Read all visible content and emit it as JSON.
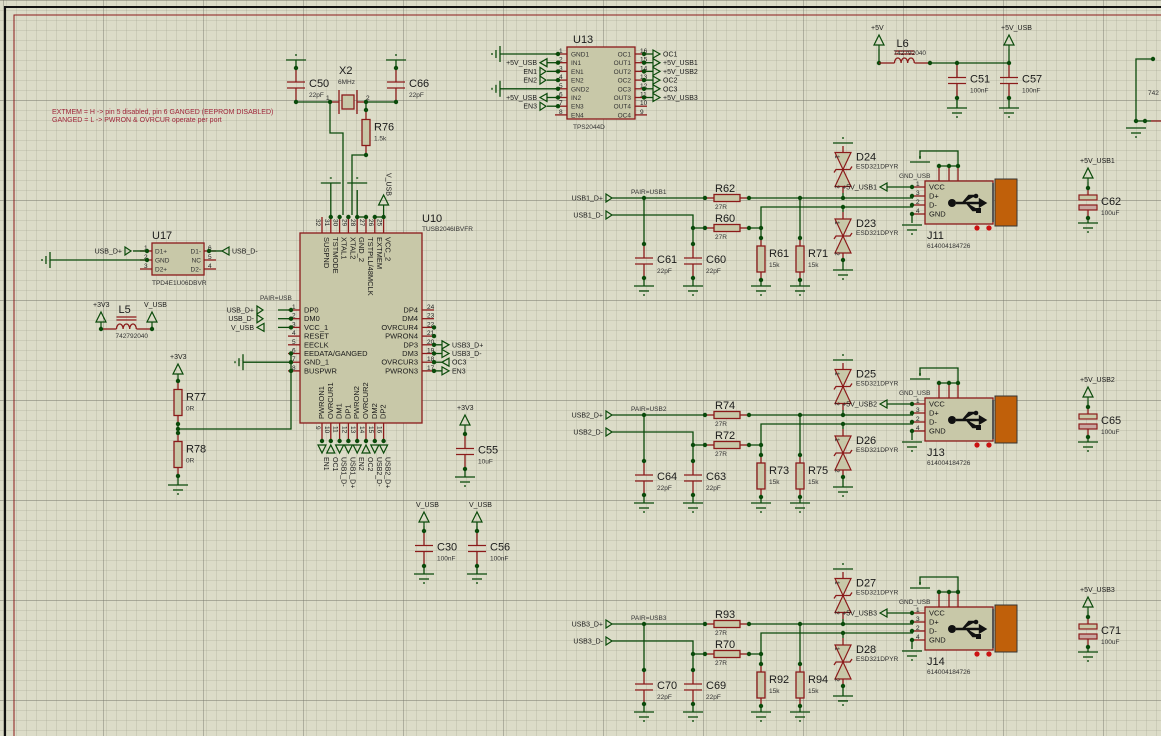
{
  "notes": [
    "EXTMEM = H -> pin 5 disabled, pin 6 GANGED (EEPROM DISABLED)",
    "GANGED = L -> PWRON & OVRCUR operate per port"
  ],
  "colors": {
    "background": "#dcdcc8",
    "wire": "#0a4a0a",
    "component": "#8b1a1a",
    "body": "#c8c8a8",
    "note": "#a0283c",
    "connector_shell": "#c0600a"
  },
  "crystal": {
    "ref": "X2",
    "value": "6MHz",
    "pin1": "1",
    "pin2": "2"
  },
  "caps": [
    {
      "ref": "C50",
      "value": "22pF"
    },
    {
      "ref": "C66",
      "value": "22pF"
    },
    {
      "ref": "C51",
      "value": "100nF"
    },
    {
      "ref": "C57",
      "value": "100nF"
    },
    {
      "ref": "C55",
      "value": "10uF"
    },
    {
      "ref": "C30",
      "value": "100nF"
    },
    {
      "ref": "C56",
      "value": "100nF"
    },
    {
      "ref": "C61",
      "value": "22pF"
    },
    {
      "ref": "C60",
      "value": "22pF"
    },
    {
      "ref": "C64",
      "value": "22pF"
    },
    {
      "ref": "C63",
      "value": "22pF"
    },
    {
      "ref": "C70",
      "value": "22pF"
    },
    {
      "ref": "C69",
      "value": "22pF"
    },
    {
      "ref": "C62",
      "value": "100uF"
    },
    {
      "ref": "C65",
      "value": "100uF"
    },
    {
      "ref": "C71",
      "value": "100uF"
    }
  ],
  "resistors": [
    {
      "ref": "R76",
      "value": "1.5k"
    },
    {
      "ref": "R77",
      "value": "0R"
    },
    {
      "ref": "R78",
      "value": "0R"
    },
    {
      "ref": "R62",
      "value": "27R"
    },
    {
      "ref": "R60",
      "value": "27R"
    },
    {
      "ref": "R61",
      "value": "15k"
    },
    {
      "ref": "R71",
      "value": "15k"
    },
    {
      "ref": "R74",
      "value": "27R"
    },
    {
      "ref": "R72",
      "value": "27R"
    },
    {
      "ref": "R73",
      "value": "15k"
    },
    {
      "ref": "R75",
      "value": "15k"
    },
    {
      "ref": "R93",
      "value": "27R"
    },
    {
      "ref": "R70",
      "value": "27R"
    },
    {
      "ref": "R92",
      "value": "15k"
    },
    {
      "ref": "R94",
      "value": "15k"
    }
  ],
  "inductors": [
    {
      "ref": "L6",
      "value": "742792040"
    },
    {
      "ref": "L5",
      "value": "742792040"
    }
  ],
  "diodes": [
    {
      "ref": "D24",
      "value": "ESD321DPYR"
    },
    {
      "ref": "D23",
      "value": "ESD321DPYR"
    },
    {
      "ref": "D25",
      "value": "ESD321DPYR"
    },
    {
      "ref": "D26",
      "value": "ESD321DPYR"
    },
    {
      "ref": "D27",
      "value": "ESD321DPYR"
    },
    {
      "ref": "D28",
      "value": "ESD321DPYR"
    }
  ],
  "u13": {
    "ref": "U13",
    "part": "TPS2044D",
    "left_pins": [
      {
        "num": "1",
        "name": "GND1"
      },
      {
        "num": "2",
        "name": "IN1"
      },
      {
        "num": "3",
        "name": "EN1"
      },
      {
        "num": "4",
        "name": "EN2"
      },
      {
        "num": "5",
        "name": "GND2"
      },
      {
        "num": "6",
        "name": "IN2"
      },
      {
        "num": "7",
        "name": "EN3"
      },
      {
        "num": "8",
        "name": "EN4"
      }
    ],
    "right_pins": [
      {
        "num": "16",
        "name": "OC1"
      },
      {
        "num": "15",
        "name": "OUT1"
      },
      {
        "num": "14",
        "name": "OUT2"
      },
      {
        "num": "13",
        "name": "OC2"
      },
      {
        "num": "12",
        "name": "OC3"
      },
      {
        "num": "11",
        "name": "OUT3"
      },
      {
        "num": "10",
        "name": "OUT4"
      },
      {
        "num": "9",
        "name": "OC4"
      }
    ],
    "left_nets": [
      "",
      "+5V_USB",
      "EN1",
      "EN2",
      "",
      "+5V_USB",
      "EN3",
      ""
    ],
    "right_nets": [
      "OC1",
      "+5V_USB1",
      "+5V_USB2",
      "OC2",
      "OC3",
      "+5V_USB3",
      "",
      ""
    ]
  },
  "u10": {
    "ref": "U10",
    "part": "TUSB2046IBVFR",
    "left_pins": [
      {
        "num": "1",
        "name": "DP0"
      },
      {
        "num": "2",
        "name": "DM0"
      },
      {
        "num": "3",
        "name": "VCC_1"
      },
      {
        "num": "4",
        "name": "RESET"
      },
      {
        "num": "5",
        "name": "EECLK"
      },
      {
        "num": "6",
        "name": "EEDATA/GANGED"
      },
      {
        "num": "7",
        "name": "GND_1"
      },
      {
        "num": "8",
        "name": "BUSPWR"
      }
    ],
    "right_pins": [
      {
        "num": "24",
        "name": "DP4"
      },
      {
        "num": "23",
        "name": "DM4"
      },
      {
        "num": "22",
        "name": "OVRCUR4"
      },
      {
        "num": "21",
        "name": "PWRON4"
      },
      {
        "num": "20",
        "name": "DP3"
      },
      {
        "num": "19",
        "name": "DM3"
      },
      {
        "num": "18",
        "name": "OVRCUR3"
      },
      {
        "num": "17",
        "name": "PWRON3"
      }
    ],
    "top_pins": [
      {
        "num": "32",
        "name": "SUSPND"
      },
      {
        "num": "31",
        "name": "TSTMODE"
      },
      {
        "num": "30",
        "name": "XTAL1"
      },
      {
        "num": "29",
        "name": "XTAL2"
      },
      {
        "num": "28",
        "name": "GND_2"
      },
      {
        "num": "27",
        "name": "TSTPLL/48MCLK"
      },
      {
        "num": "26",
        "name": "EXTMEM"
      },
      {
        "num": "25",
        "name": "VCC_2"
      }
    ],
    "bottom_pins": [
      {
        "num": "9",
        "name": "PWRON1"
      },
      {
        "num": "10",
        "name": "OVRCUR1"
      },
      {
        "num": "11",
        "name": "DM1"
      },
      {
        "num": "12",
        "name": "DP1"
      },
      {
        "num": "13",
        "name": "PWRON2"
      },
      {
        "num": "14",
        "name": "OVRCUR2"
      },
      {
        "num": "15",
        "name": "DM2"
      },
      {
        "num": "16",
        "name": "DP2"
      }
    ],
    "left_nets": [
      "USB_D+",
      "USB_D-",
      "V_USB"
    ],
    "right_nets": [
      "USB3_D+",
      "USB3_D-",
      "OC3",
      "EN3"
    ],
    "bottom_nets": [
      "EN1",
      "OC1",
      "USB1_D-",
      "USB1_D+",
      "EN2",
      "OC2",
      "USB2_D-",
      "USB2_D+"
    ],
    "top_net": "V_USB",
    "pair_label": "PAIR=USB"
  },
  "u17": {
    "ref": "U17",
    "part": "TPD4E1U06DBVR",
    "left_pins": [
      {
        "num": "1",
        "name": "D1+"
      },
      {
        "num": "2",
        "name": "GND"
      },
      {
        "num": "3",
        "name": "D2+"
      }
    ],
    "right_pins": [
      {
        "num": "6",
        "name": "D1-"
      },
      {
        "num": "5",
        "name": "NC"
      },
      {
        "num": "4",
        "name": "D2-"
      }
    ],
    "left_net": "USB_D+",
    "right_net": "USB_D-"
  },
  "power_labels": {
    "p5v": "+5V",
    "p5v_usb": "+5V_USB",
    "p3v3": "+3V3",
    "v_usb": "V_USB",
    "p5v_usb1": "+5V_USB1",
    "p5v_usb2": "+5V_USB2",
    "p5v_usb3": "+5V_USB3",
    "gnd_usb": "GND_USB"
  },
  "ports": [
    {
      "connector": "J11",
      "part": "614004184726",
      "dp_net": "USB1_D+",
      "dm_net": "USB1_D-",
      "pair": "PAIR=USB1",
      "vcc_net": "+5V_USB1"
    },
    {
      "connector": "J13",
      "part": "614004184726",
      "dp_net": "USB2_D+",
      "dm_net": "USB2_D-",
      "pair": "PAIR=USB2",
      "vcc_net": "+5V_USB2"
    },
    {
      "connector": "J14",
      "part": "614004184726",
      "dp_net": "USB3_D+",
      "dm_net": "USB3_D-",
      "pair": "PAIR=USB3",
      "vcc_net": "+5V_USB3"
    }
  ],
  "connector_pins": [
    {
      "num": "1",
      "name": "VCC"
    },
    {
      "num": "3",
      "name": "D+"
    },
    {
      "num": "2",
      "name": "D-"
    },
    {
      "num": "4",
      "name": "GND"
    }
  ],
  "offpage_partial_label": "742"
}
